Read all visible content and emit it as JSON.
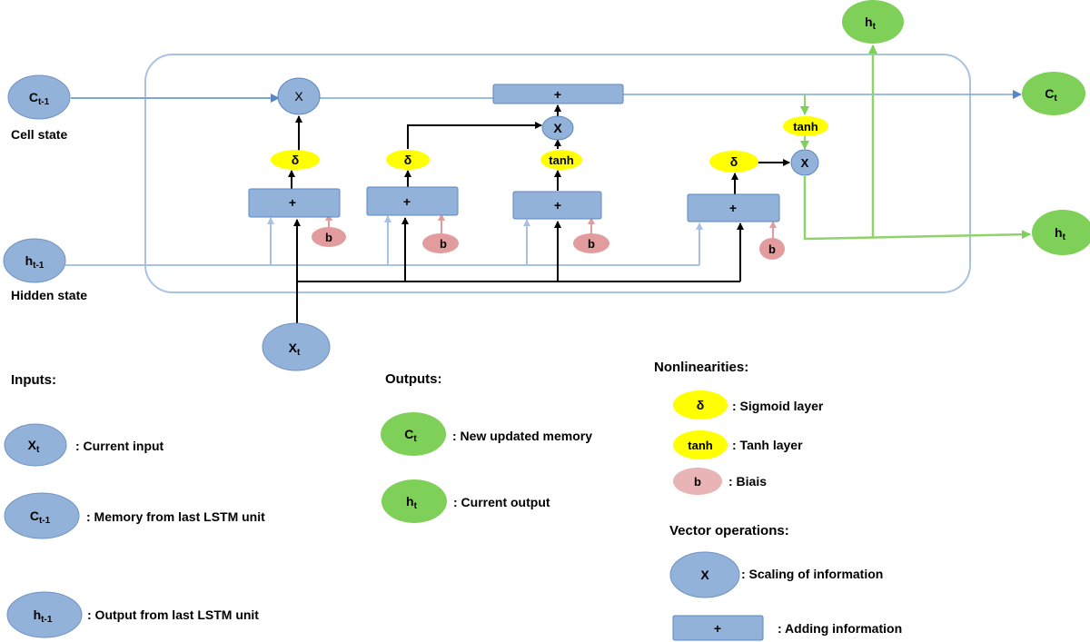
{
  "diagram": {
    "inputs": {
      "cell_state": {
        "main": "C",
        "sub": "t-1",
        "caption": "Cell state"
      },
      "hidden_state": {
        "main": "h",
        "sub": "t-1",
        "caption": "Hidden state"
      },
      "x_input": {
        "main": "X",
        "sub": "t"
      }
    },
    "outputs": {
      "c_out": {
        "main": "C",
        "sub": "t"
      },
      "h_out_top": {
        "main": "h",
        "sub": "t"
      },
      "h_out_right": {
        "main": "h",
        "sub": "t"
      }
    },
    "ops": {
      "multiply": "X",
      "add": "+",
      "sigmoid": "δ",
      "tanh": "tanh",
      "bias": "b"
    }
  },
  "legend": {
    "inputs_title": "Inputs:",
    "outputs_title": "Outputs:",
    "nonlin_title": "Nonlinearities:",
    "vector_title": "Vector operations:",
    "inputs": [
      {
        "main": "X",
        "sub": "t",
        "desc": ": Current input"
      },
      {
        "main": "C",
        "sub": "t-1",
        "desc": ": Memory from last LSTM unit"
      },
      {
        "main": "h",
        "sub": "t-1",
        "desc": ": Output from last LSTM unit"
      }
    ],
    "outputs": [
      {
        "main": "C",
        "sub": "t",
        "desc": ": New updated memory"
      },
      {
        "main": "h",
        "sub": "t",
        "desc": ": Current output"
      }
    ],
    "nonlinearities": [
      {
        "symbol": "δ",
        "desc": ": Sigmoid layer"
      },
      {
        "symbol": "tanh",
        "desc": ": Tanh layer"
      },
      {
        "symbol": "b",
        "desc": ": Biais"
      }
    ],
    "vector_ops": [
      {
        "symbol": "X",
        "desc": ": Scaling of information"
      },
      {
        "symbol": "+",
        "desc": ": Adding information"
      }
    ]
  },
  "colors": {
    "blue_node": "#93b2d9",
    "blue_line": "#7ea6d6",
    "green_node": "#7ed058",
    "green_line": "#8fd36a",
    "yellow": "#ffff00",
    "bias": "#e29c9e",
    "black": "#000000",
    "frame": "#a9c2e3"
  }
}
